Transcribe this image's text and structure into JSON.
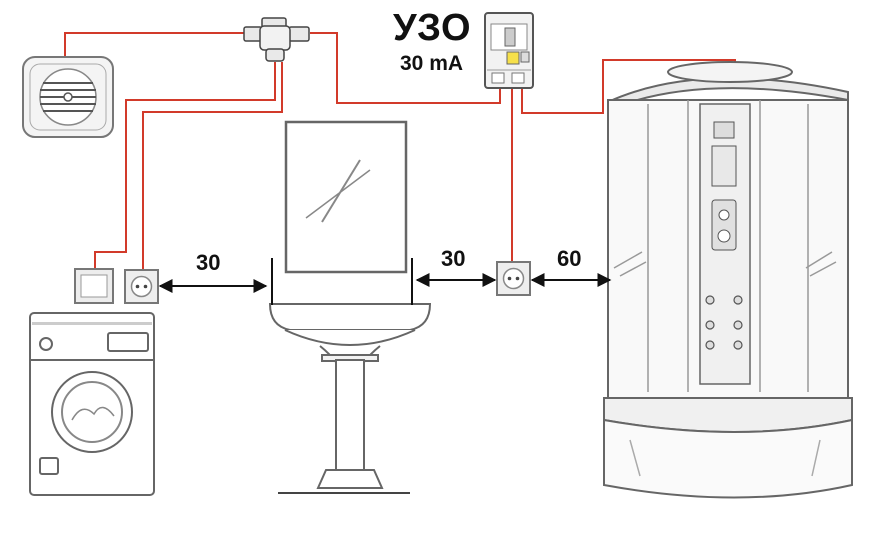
{
  "rcd": {
    "title": "УЗО",
    "rating": "30 mA"
  },
  "dimensions": {
    "washer_to_sink": "30",
    "sink_to_outlet": "30",
    "outlet_to_shower": "60"
  },
  "colors": {
    "wire": "#d23a2a",
    "outline": "#555555",
    "arrow": "#111111"
  },
  "icons": [
    "exhaust-fan-icon",
    "junction-box-icon",
    "rcd-breaker-icon",
    "light-switch-icon",
    "power-outlet-icon",
    "washing-machine-icon",
    "mirror-icon",
    "pedestal-sink-icon",
    "shower-cabin-icon"
  ]
}
